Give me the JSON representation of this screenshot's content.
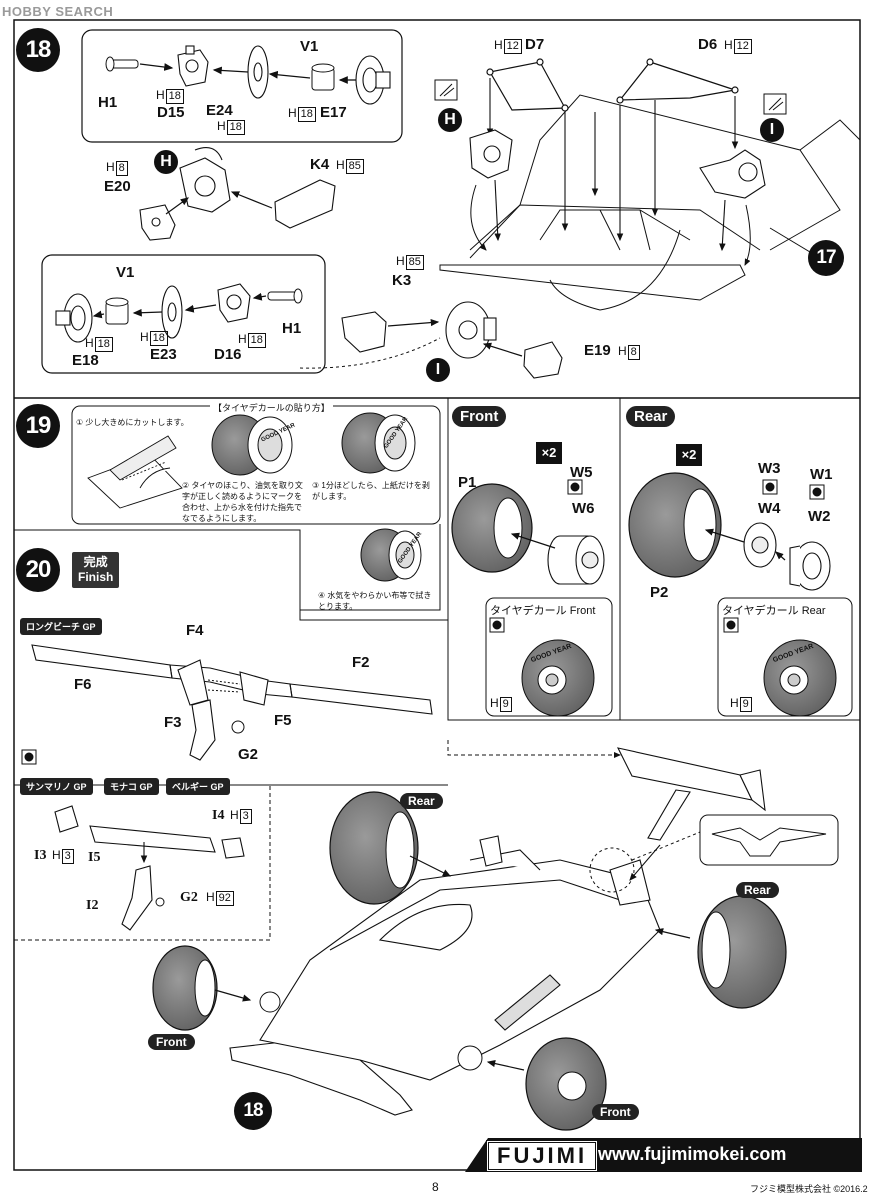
{
  "watermark": "HOBBY SEARCH",
  "steps": {
    "s18": "18",
    "s19": "19",
    "s20": "20",
    "s17ref": "17",
    "s18ref": "18"
  },
  "refs": {
    "H": "H",
    "I": "I"
  },
  "step18": {
    "h1": "H1",
    "v1": "V1",
    "d15": "D15",
    "e24": "E24",
    "e17": "E17",
    "e20": "E20",
    "k4": "K4",
    "d7": "D7",
    "d6": "D6",
    "v1b": "V1",
    "e18": "E18",
    "e23": "E23",
    "d16": "D16",
    "h1b": "H1",
    "k3": "K3",
    "e19": "E19",
    "H": "H",
    "h18": "18",
    "h8": "8",
    "h85": "85",
    "h12": "12"
  },
  "step19": {
    "decal_title": "【タイヤデカールの貼り方】",
    "note1": "① 少し大きめにカットします。",
    "note2": "② タイヤのほこり、油気を取り文字が正しく読めるようにマークを合わせ、上から水を付けた指先でなでるようにします。",
    "note3": "③ 1分ほどしたら、上紙だけを剥がします。",
    "note4": "④ 水気をやわらかい布等で拭きとります。",
    "front": "Front",
    "rear": "Rear",
    "x2": "×2",
    "p1": "P1",
    "w5": "W5",
    "w6": "W6",
    "w3": "W3",
    "w1": "W1",
    "w4": "W4",
    "w2": "W2",
    "p2": "P2",
    "decal_front": "タイヤデカール Front",
    "decal_rear": "タイヤデカール Rear",
    "h9": "9",
    "goodyear": "GOOD YEAR"
  },
  "step20": {
    "finish_jp": "完成",
    "finish_en": "Finish",
    "long_beach": "ロングビーチ GP",
    "san_marino": "サンマリノ GP",
    "monaco": "モナコ GP",
    "belgium": "ベルギー GP",
    "f4": "F4",
    "f6": "F6",
    "f2": "F2",
    "f3": "F3",
    "f5": "F5",
    "g2": "G2",
    "i4": "I4",
    "i3": "I3",
    "i5": "I5",
    "i2": "I2",
    "g2b": "G2",
    "h3": "3",
    "h92": "92",
    "rear1": "Rear",
    "rear2": "Rear",
    "front1": "Front",
    "front2": "Front"
  },
  "footer": {
    "brand": "FUJIMI",
    "url": "www.fujimimokei.com",
    "page": "8",
    "copyright": "フジミ模型株式会社 ©2016.2"
  },
  "colors": {
    "ink": "#111111",
    "tire": "#8a8a8a",
    "tire_dark": "#5c5c5c",
    "pill": "#222222"
  }
}
